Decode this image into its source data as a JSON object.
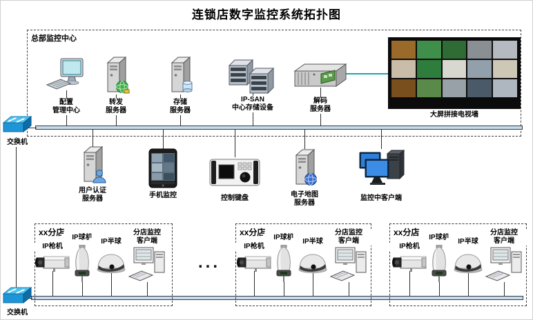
{
  "title": "连锁店数字监控系统拓扑图",
  "hq": {
    "label": "总部监控中心",
    "devices": [
      {
        "name": "config-management-center",
        "label": "配置\n管理中心"
      },
      {
        "name": "forward-server",
        "label": "转发\n服务器"
      },
      {
        "name": "storage-server",
        "label": "存储\n服务器"
      },
      {
        "name": "ipsan-central-storage",
        "label": "IP-SAN\n中心存储设备"
      },
      {
        "name": "decoder-server",
        "label": "解码\n服务器"
      }
    ],
    "videowall": {
      "label": "大屏拼接电视墙",
      "tiles": [
        "#9a6a2a",
        "#3f8f4a",
        "#2e6b35",
        "#8a8f93",
        "#b4bac0",
        "#c9bca8",
        "#2f7d3c",
        "#d8d8d0",
        "#92a0ab",
        "#cdc7b6",
        "#7a4f1e",
        "#5a8a4a",
        "#98a1a7",
        "#4a5a68",
        "#aeb6c0"
      ]
    }
  },
  "mid": {
    "devices": [
      {
        "name": "auth-server",
        "label": "用户认证\n服务器"
      },
      {
        "name": "phone-monitor",
        "label": "手机监控"
      },
      {
        "name": "control-keyboard",
        "label": "控制键盘"
      },
      {
        "name": "emap-server",
        "label": "电子地图\n服务器"
      },
      {
        "name": "monitor-client",
        "label": "监控中客户端"
      }
    ]
  },
  "switches": {
    "top": "交换机",
    "bottom": "交换机"
  },
  "ellipsis": "...",
  "branches": [
    {
      "title": "xx分店",
      "devices": [
        {
          "label": "IP枪机"
        },
        {
          "label": "IP球机"
        },
        {
          "label": "IP半球"
        },
        {
          "label": "分店监控\n客户端"
        }
      ]
    },
    {
      "title": "xx分店",
      "devices": [
        {
          "label": "IP枪机"
        },
        {
          "label": "IP球机"
        },
        {
          "label": "IP半球"
        },
        {
          "label": "分店监控\n客户端"
        }
      ]
    },
    {
      "title": "xx分店",
      "devices": [
        {
          "label": "IP枪机"
        },
        {
          "label": "IP球机"
        },
        {
          "label": "IP半球"
        },
        {
          "label": "分店监控\n客户端"
        }
      ]
    }
  ],
  "colors": {
    "link_teal": "#18a7a7",
    "switch_blue": "#1e95d6",
    "bus_fill": "#c9dae8"
  }
}
